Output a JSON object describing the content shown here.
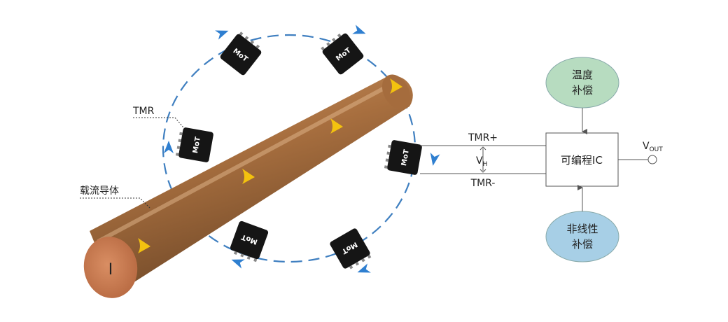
{
  "labels": {
    "tmr": "TMR",
    "conductor": "载流导体",
    "current": "I",
    "tmr_plus": "TMR+",
    "tmr_minus": "TMR-",
    "vh_main": "V",
    "vh_sub": "H",
    "ic": "可编程IC",
    "vout_main": "V",
    "vout_sub": "OUT",
    "temp_line1": "温度",
    "temp_line2": "补偿",
    "nonlin_line1": "非线性",
    "nonlin_line2": "补偿",
    "chip_logo": "MoT"
  },
  "colors": {
    "field_ring": "#3f7fc0",
    "field_arrow": "#2f7fd0",
    "chip": "#151515",
    "conductor_light": "#cf9a68",
    "conductor_mid": "#a86f3f",
    "conductor_dark": "#6b4526",
    "conductor_end": "#c8784f",
    "conductor_arrow": "#f3c20f",
    "temp_comp_fill": "#b7dcc0",
    "nonlin_comp_fill": "#a7cfe6",
    "wire": "#555555"
  }
}
